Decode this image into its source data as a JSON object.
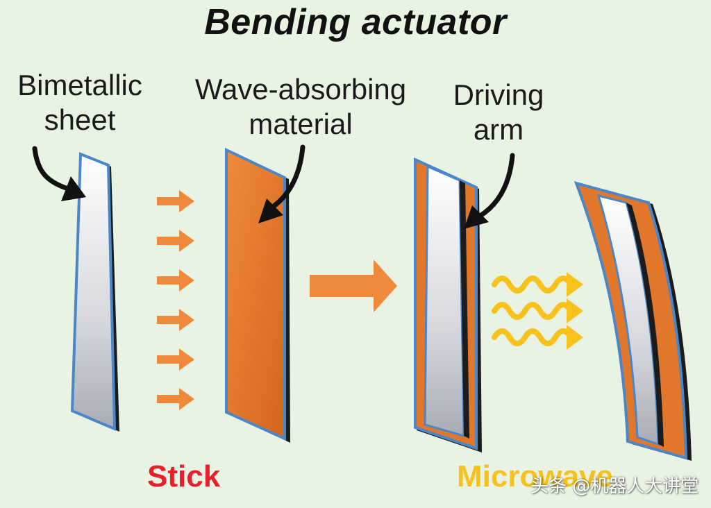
{
  "title": "Bending actuator",
  "labels": {
    "bimetallic_line1": "Bimetallic",
    "bimetallic_line2": "sheet",
    "wave_line1": "Wave-absorbing",
    "wave_line2": "material",
    "driving_line1": "Driving",
    "driving_line2": "arm"
  },
  "steps": {
    "stick": "Stick",
    "microwave": "Microwave"
  },
  "watermark": "头条 @机器人大讲堂",
  "colors": {
    "background": "#e9f3e4",
    "orange": "#e0772a",
    "arrow_orange": "#ef8a3c",
    "wave_yellow": "#f7c21c",
    "stick_red": "#e8202a",
    "edge_blue": "#4a86c8"
  }
}
